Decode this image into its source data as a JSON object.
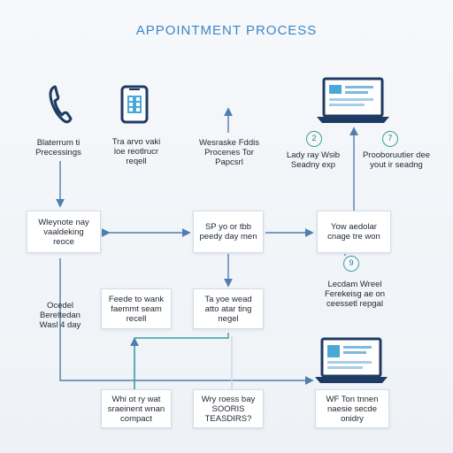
{
  "title": "APPOINTMENT PROCESS",
  "top_row": {
    "phone_label": "Blaterrum ti\nPrecessings",
    "tablet_label": "Tra arvo vaki\nloe reotlrucr\nreqell",
    "center_label": "Wesraske Fddis\nProcenes Tor\nPapcsrl",
    "right_label": "Lady ray Wsib\nSeadny exp",
    "far_right_label": "Prooboruutier dee\nyout ir seadng"
  },
  "badges": {
    "b1": "2",
    "b2": "7",
    "b3": "9"
  },
  "middle_row": {
    "left": "Wleynote nay\nvaaldeking\nreoce",
    "center": "SP yo or tbb\npeedy day men",
    "right": "Yow aedolar\ncnage tre won"
  },
  "lower_row": {
    "side_left": "Ocedel\nBereltedan\nWasl 4 day",
    "box_left": "Feede to wank\nfaemmt seam\nrecell",
    "box_center": "Ta yoe wead\natto atar ting\nnegel",
    "right_label": "Lecdam Wreel\nFerekeisg ae on\nceessetl repgal"
  },
  "bottom_row": {
    "left": "Whi ot ry wat\nsraeinent wnan\ncompact",
    "center": "Wry roess bay\nSOORIS\nTEASDIRS?",
    "right": "WF Ton tnnen\nnaesie secde\nonidry"
  },
  "colors": {
    "accent": "#3d86c6",
    "teal": "#3aa0a3",
    "navy": "#1f3b63",
    "line": "#4f7fb0"
  }
}
